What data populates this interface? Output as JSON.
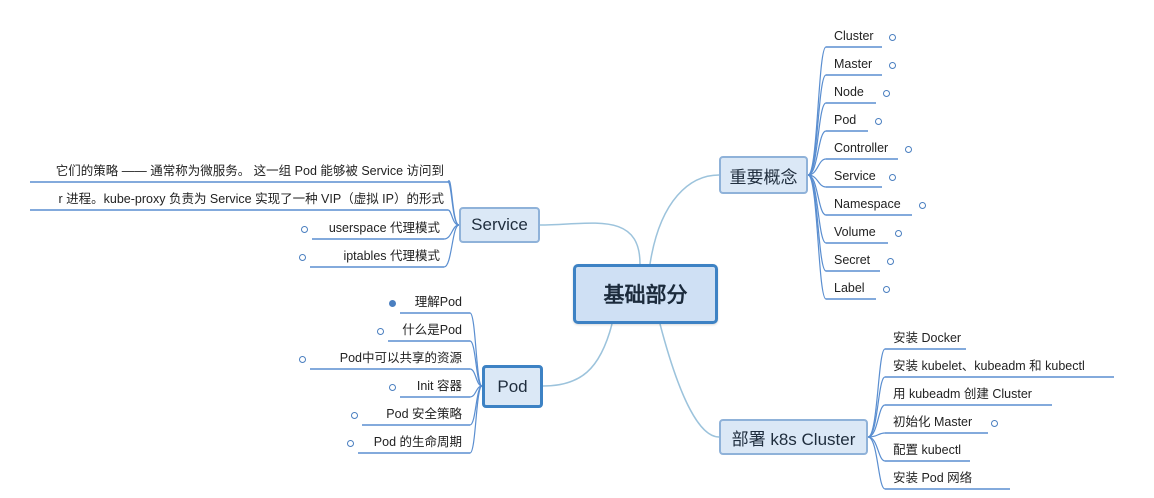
{
  "root": {
    "label": "基础部分"
  },
  "service": {
    "label": "Service",
    "items": [
      "它们的策略 —— 通常称为微服务。 这一组 Pod 能够被 Service 访问到",
      "r 进程。kube-proxy 负责为 Service 实现了一种 VIP（虚拟 IP）的形式",
      "userspace 代理模式",
      "iptables 代理模式"
    ]
  },
  "pod": {
    "label": "Pod",
    "items": [
      "理解Pod",
      "什么是Pod",
      "Pod中可以共享的资源",
      "Init 容器",
      "Pod 安全策略",
      "Pod 的生命周期"
    ]
  },
  "concepts": {
    "label": "重要概念",
    "items": [
      "Cluster",
      "Master",
      "Node",
      "Pod",
      "Controller",
      "Service",
      "Namespace",
      "Volume",
      "Secret",
      "Label"
    ]
  },
  "deploy": {
    "label": "部署 k8s Cluster",
    "items": [
      "安装 Docker",
      "安装 kubelet、kubeadm 和 kubectl",
      "用 kubeadm 创建 Cluster",
      "初始化 Master",
      "配置 kubectl",
      "安装 Pod 网络"
    ]
  }
}
